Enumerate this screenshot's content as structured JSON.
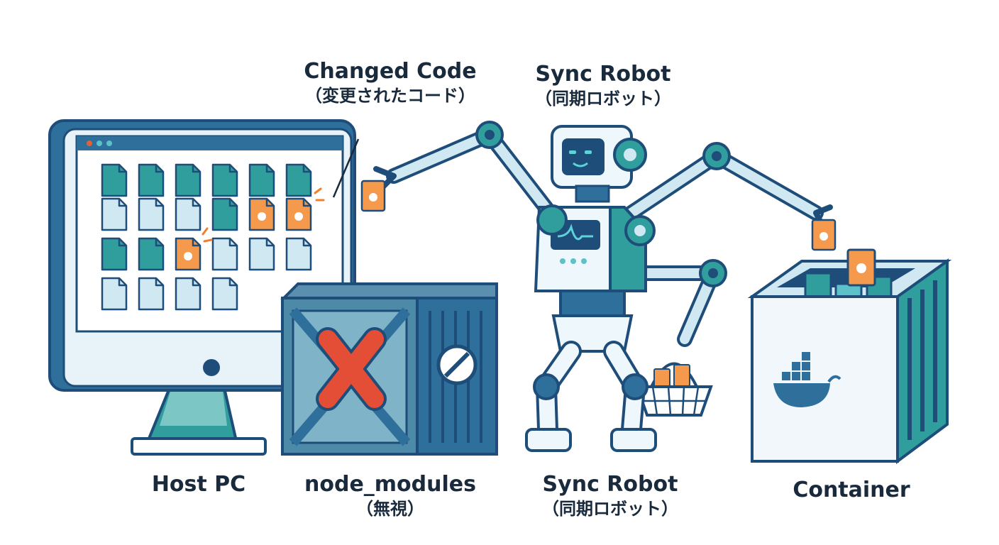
{
  "labels": {
    "changed_code": {
      "en": "Changed Code",
      "jp": "（変更されたコード）"
    },
    "sync_robot_top": {
      "en": "Sync Robot",
      "jp": "（同期ロボット）"
    },
    "host_pc": {
      "en": "Host PC"
    },
    "node_modules": {
      "en": "node_modules",
      "jp": "（無視）"
    },
    "sync_robot_bottom": {
      "en": "Sync Robot",
      "jp": "（同期ロボット）"
    },
    "container": {
      "en": "Container"
    }
  },
  "icons": {
    "window_dots": [
      "#e0603a",
      "#5cc1c9",
      "#5cc1c9"
    ],
    "deny_symbol": "prohibited-icon",
    "container_logo": "docker-whale-icon",
    "robot_chest": "waveform-icon"
  },
  "colors": {
    "outline": "#1f4d7a",
    "teal": "#2f9e9c",
    "light_blue": "#cfe8f2",
    "orange": "#f07f2e",
    "red_x": "#e44d36",
    "text": "#1a2a3d"
  }
}
